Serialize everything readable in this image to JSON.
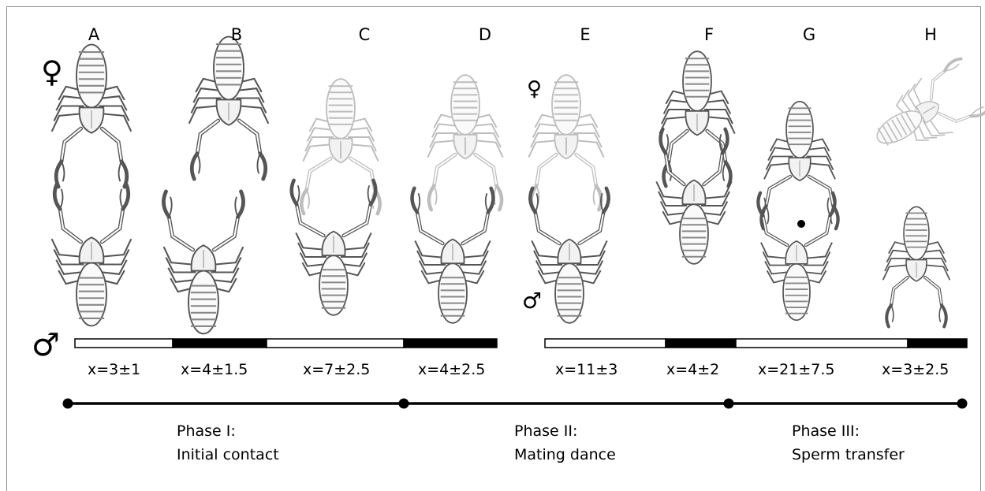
{
  "stages": [
    {
      "letter": "A",
      "duration": "x=3±1"
    },
    {
      "letter": "B",
      "duration": "x=4±1.5"
    },
    {
      "letter": "C",
      "duration": "x=7±2.5"
    },
    {
      "letter": "D",
      "duration": "x=4±2.5"
    },
    {
      "letter": "E",
      "duration": "x=11±3"
    },
    {
      "letter": "F",
      "duration": "x=4±2"
    },
    {
      "letter": "G",
      "duration": "x=21±7.5"
    },
    {
      "letter": "H",
      "duration": "x=3±2.5"
    }
  ],
  "phases": [
    {
      "title": "Phase I:",
      "name": "Initial contact"
    },
    {
      "title": "Phase II:",
      "name": "Mating dance"
    },
    {
      "title": "Phase III:",
      "name": "Sperm transfer"
    }
  ],
  "symbols": {
    "female": "♀",
    "male": "♂"
  },
  "colors": {
    "line": "#000000",
    "outline": "#555555",
    "light": "#bdbdbd",
    "bar_light": "#ffffff",
    "bar_dark": "#000000"
  }
}
